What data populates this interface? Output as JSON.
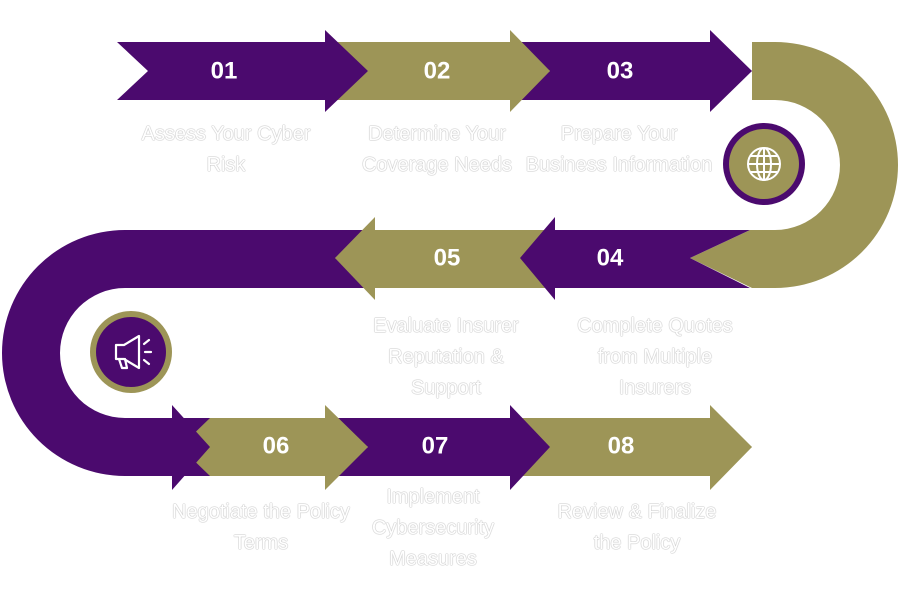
{
  "colors": {
    "purple": "#4b0a6e",
    "olive": "#9d9557",
    "label_text": "#ffffff"
  },
  "icons": {
    "globe": "globe-icon",
    "megaphone": "megaphone-icon"
  },
  "steps": [
    {
      "number": "01",
      "label": "Assess Your Cyber Risk",
      "color": "purple"
    },
    {
      "number": "02",
      "label": "Determine Your Coverage Needs",
      "color": "olive"
    },
    {
      "number": "03",
      "label": "Prepare Your Business Information",
      "color": "purple"
    },
    {
      "number": "04",
      "label": "Complete Quotes from Multiple Insurers",
      "color": "purple"
    },
    {
      "number": "05",
      "label": "Evaluate Insurer Reputation & Support",
      "color": "olive"
    },
    {
      "number": "06",
      "label": "Negotiate the Policy Terms",
      "color": "olive"
    },
    {
      "number": "07",
      "label": "Implement Cybersecurity Measures",
      "color": "purple"
    },
    {
      "number": "08",
      "label": "Review & Finalize the Policy",
      "color": "olive"
    }
  ]
}
